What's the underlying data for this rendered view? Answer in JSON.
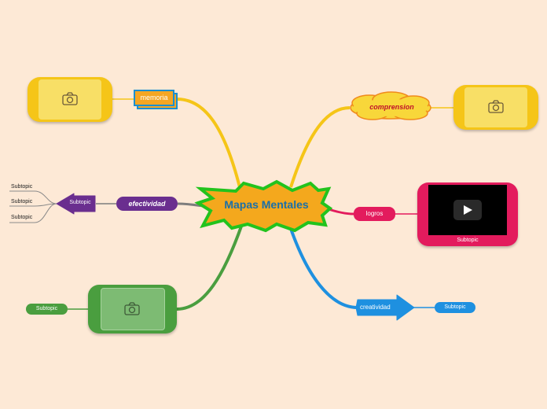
{
  "central": {
    "title": "Mapas Mentales",
    "color": "#f4a81d",
    "border": "#22c31d",
    "text_color": "#1b6fa8"
  },
  "topics": {
    "memoria": {
      "label": "memoria",
      "color": "#f5a623",
      "border": "#1a8fd1"
    },
    "efectividad": {
      "label": "efectividad",
      "color": "#6a2e8f"
    },
    "comprension": {
      "label": "comprension",
      "color": "#f8d73a",
      "text_color": "#c0102a"
    },
    "logros": {
      "label": "logros",
      "color": "#e31b5d"
    },
    "creatividad": {
      "label": "creatividad",
      "color": "#1e90e0"
    }
  },
  "subtopics": {
    "purple_main": "Subtopic",
    "purple_children": [
      "Subtopic",
      "Subtopic",
      "Subtopic"
    ],
    "green": "Subtopic",
    "video": "Subtopic",
    "blue": "Subtopic"
  },
  "icons": {
    "camera": "camera-icon",
    "play": "play-icon"
  },
  "colors": {
    "yellow_branch": "#f5c518",
    "green_branch": "#4a9e3f",
    "blue_branch": "#1e90e0",
    "red_branch": "#e31b5d",
    "gray_branch": "#7d7d7d"
  }
}
